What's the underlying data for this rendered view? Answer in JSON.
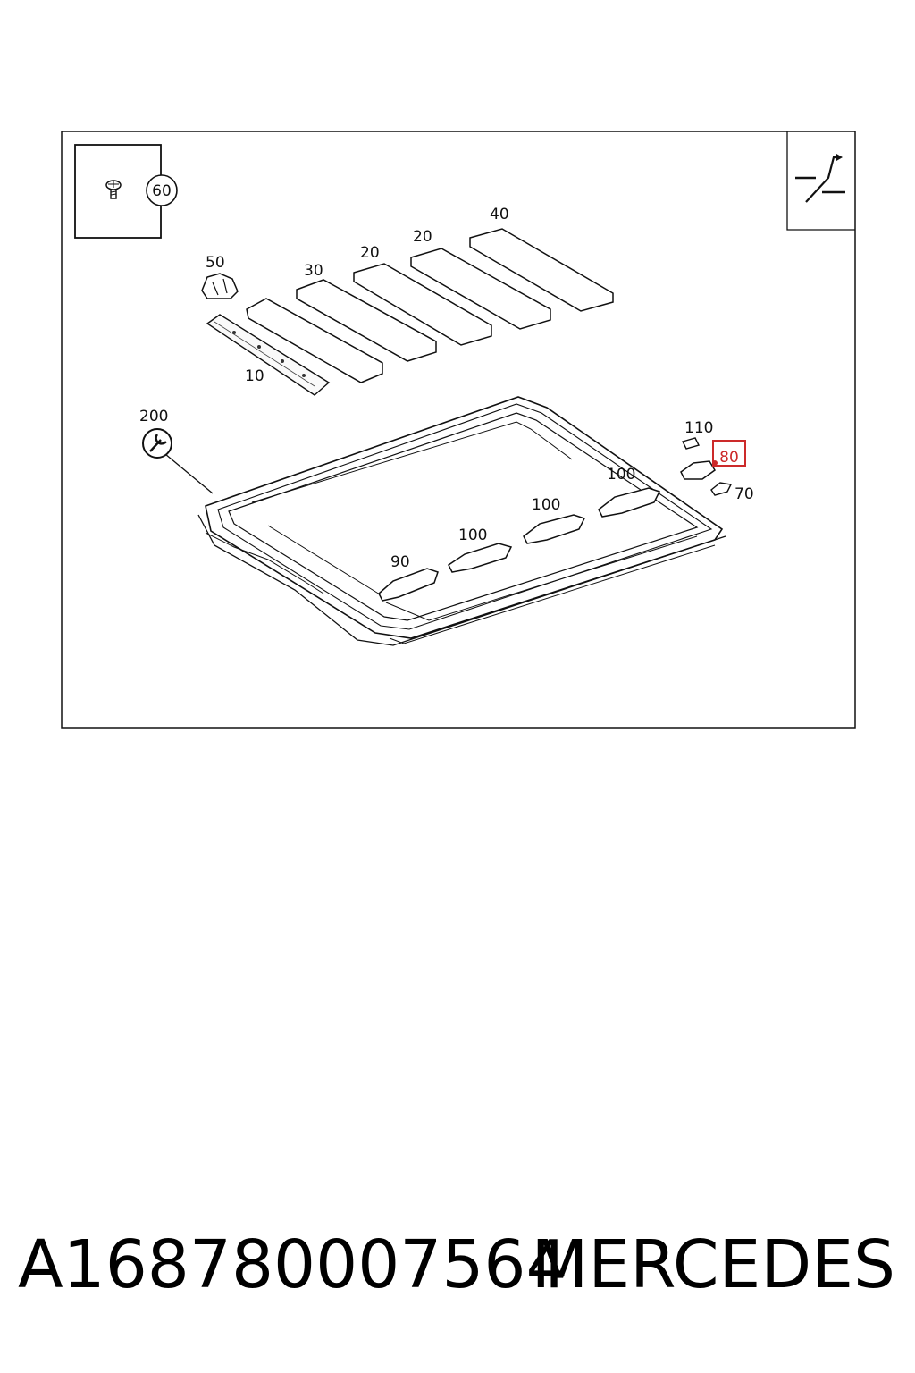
{
  "diagram": {
    "detail_callout": "60",
    "tool_callout": "200",
    "highlighted_callout": "80",
    "highlight_color": "#cc2a2a",
    "callouts": {
      "c10": "10",
      "c20a": "20",
      "c20b": "20",
      "c30": "30",
      "c40": "40",
      "c50": "50",
      "c70": "70",
      "c90": "90",
      "c100a": "100",
      "c100b": "100",
      "c100c": "100",
      "c110": "110"
    },
    "icons": [
      "screw-icon",
      "wrench-icon",
      "sunroof-symbol-icon"
    ]
  },
  "footer": {
    "part_number": "A168780007564",
    "brand": "MERCEDES"
  }
}
